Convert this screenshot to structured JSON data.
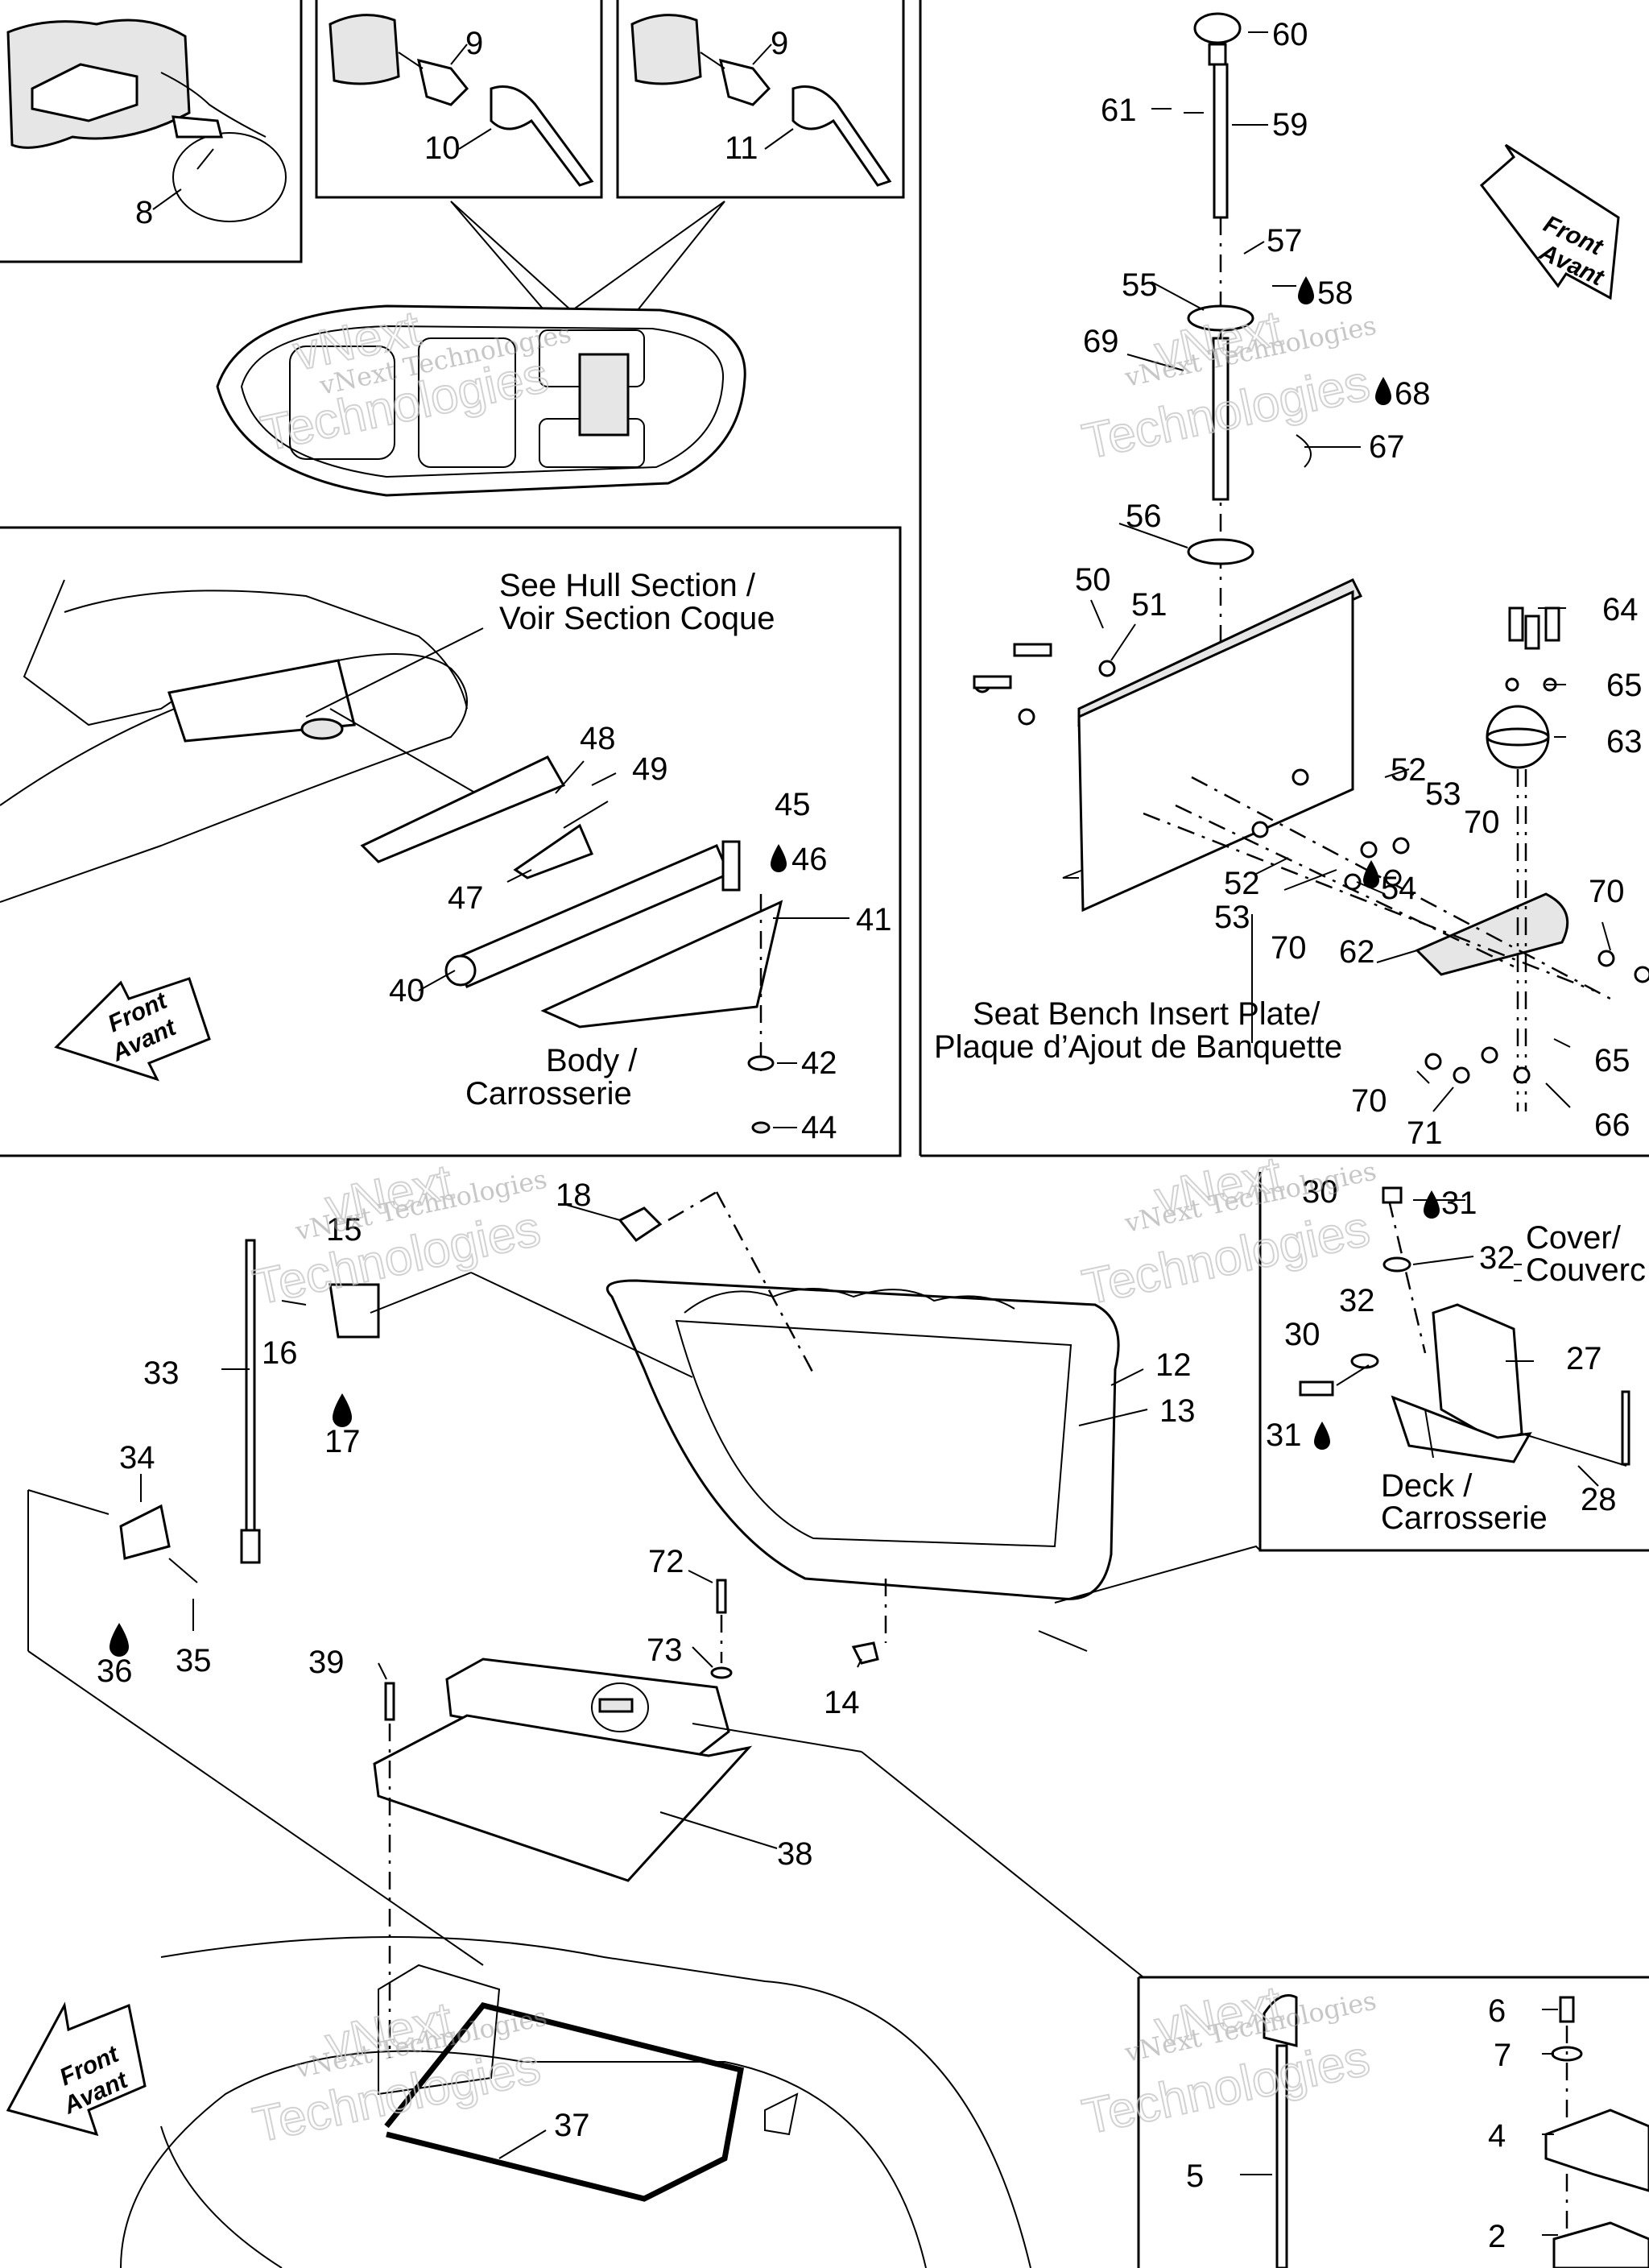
{
  "callouts": {
    "c2": "2",
    "c4": "4",
    "c5": "5",
    "c6": "6",
    "c7": "7",
    "c8": "8",
    "c9a": "9",
    "c9b": "9",
    "c10": "10",
    "c11": "11",
    "c12": "12",
    "c13": "13",
    "c14": "14",
    "c15": "15",
    "c16": "16",
    "c17": "17",
    "c18": "18",
    "c27": "27",
    "c28": "28",
    "c30a": "30",
    "c30b": "30",
    "c31a": "31",
    "c31b": "31",
    "c32a": "32",
    "c32b": "32",
    "c33": "33",
    "c34": "34",
    "c35": "35",
    "c36": "36",
    "c37": "37",
    "c38": "38",
    "c39": "39",
    "c40": "40",
    "c41": "41",
    "c42": "42",
    "c44": "44",
    "c45": "45",
    "c46": "46",
    "c47": "47",
    "c48": "48",
    "c49": "49",
    "c50": "50",
    "c51": "51",
    "c52a": "52",
    "c52b": "52",
    "c53a": "53",
    "c53b": "53",
    "c54": "54",
    "c55": "55",
    "c56": "56",
    "c57": "57",
    "c58": "58",
    "c59": "59",
    "c60": "60",
    "c61": "61",
    "c62": "62",
    "c63": "63",
    "c64": "64",
    "c65a": "65",
    "c65b": "65",
    "c66": "66",
    "c67": "67",
    "c68": "68",
    "c69": "69",
    "c70a": "70",
    "c70b": "70",
    "c70c": "70",
    "c70d": "70",
    "c71": "71",
    "c72": "72",
    "c73": "73"
  },
  "captions": {
    "hull_line1": "See Hull Section /",
    "hull_line2": "Voir Section Coque",
    "body_line1": "Body /",
    "body_line2": "Carrosserie",
    "seat_line1": "Seat Bench Insert Plate/",
    "seat_line2": "Plaque d’Ajout de Banquette",
    "cover_line1": "Cover/",
    "cover_line2": "Couverc",
    "deck_line1": "Deck /",
    "deck_line2": "Carrosserie"
  },
  "front_arrows": {
    "line1": "Front",
    "line2": "Avant"
  },
  "watermark": {
    "line1": "vNext Technologies",
    "big1": "vNext",
    "big2": "Technologies"
  }
}
